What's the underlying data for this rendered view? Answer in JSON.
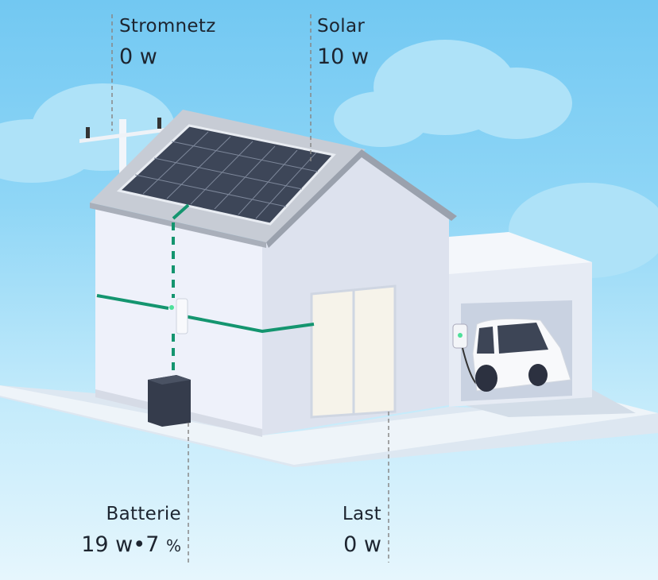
{
  "grid": {
    "label": "Stromnetz",
    "value": "0 w"
  },
  "solar": {
    "label": "Solar",
    "value": "10 w"
  },
  "battery": {
    "label": "Batterie",
    "power": "19 w",
    "separator": "•",
    "percent_value": "7",
    "percent_unit": "%"
  },
  "load": {
    "label": "Last",
    "value": "0 w"
  },
  "colors": {
    "flow": "#14956f",
    "text": "#1d2530",
    "sky_top": "#72c8f2"
  }
}
